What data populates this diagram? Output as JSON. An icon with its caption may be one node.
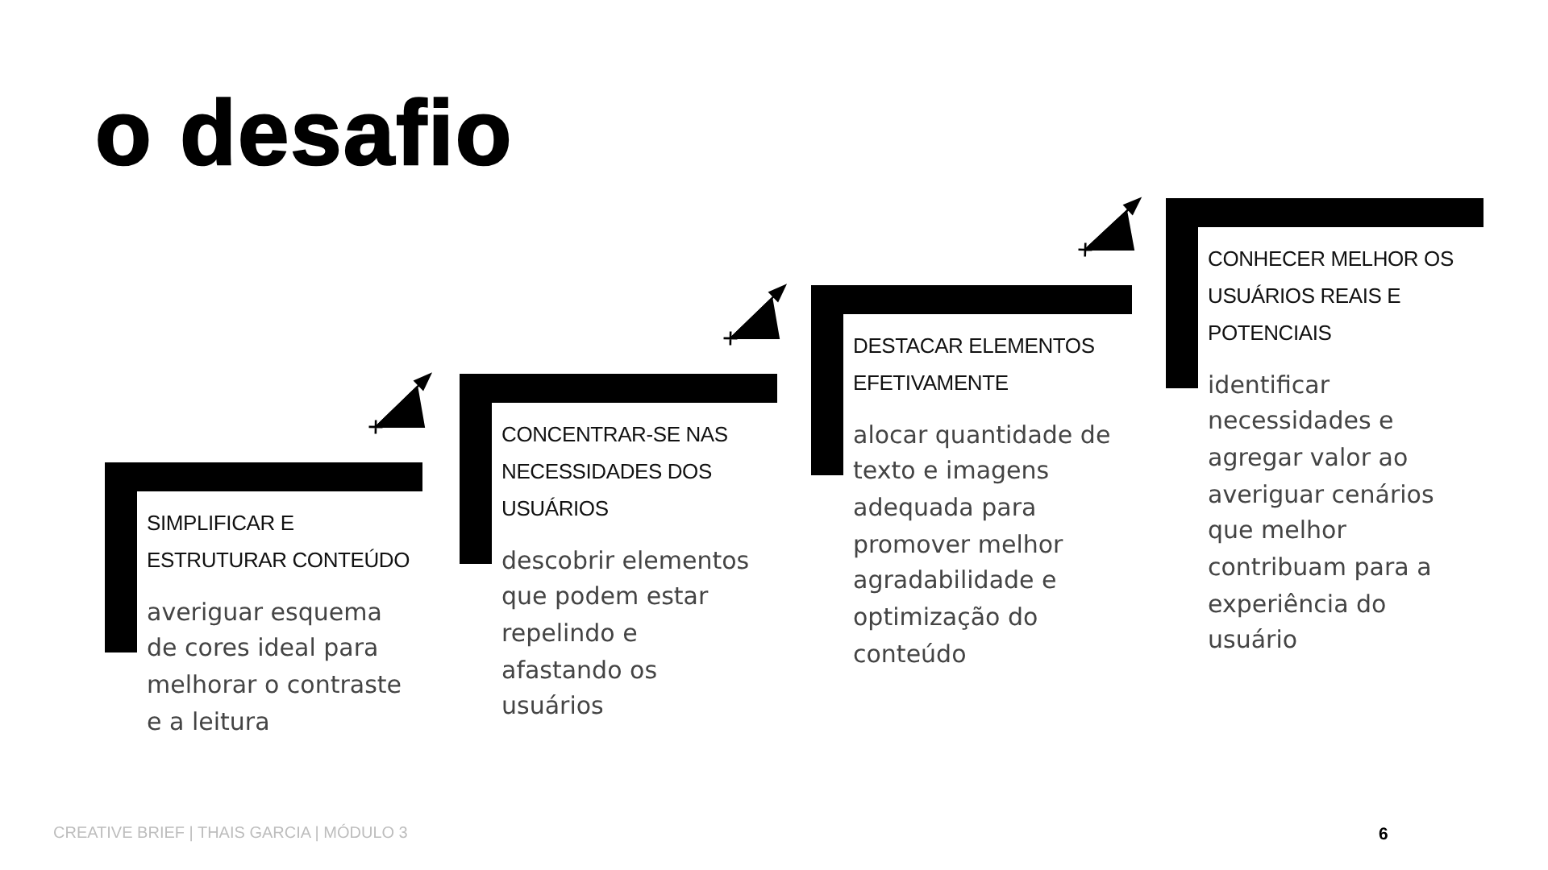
{
  "diagram": {
    "title": "o desafio",
    "nodes": [
      {
        "text": [
          "SIMPLIFICAR E ESTRUTURAR CONTEÚDO",
          "averiguar esquema de cores ideal para melhorar o contraste e a leitura"
        ]
      },
      {
        "text": [
          "CONCENTRAR-SE NAS NECESSIDADES DOS USUÁRIOS",
          "descobrir elementos que podem estar repelindo e afastando os usuários"
        ]
      },
      {
        "text": [
          "DESTACAR ELEMENTOS EFETIVAMENTE",
          "alocar quantidade de texto e imagens adequada para promover melhor agradabilidade e optimização do conteúdo"
        ]
      },
      {
        "text": [
          "CONHECER MELHOR OS USUÁRIOS REAIS E POTENCIAIS",
          "identificar necessidades e agregar valor ao averiguar cenários que melhor contribuam para a experiência do usuário"
        ]
      }
    ],
    "edges": [
      {
        "from": 0,
        "to": 1,
        "arrow": "to"
      },
      {
        "from": 1,
        "to": 2,
        "arrow": "to"
      },
      {
        "from": 2,
        "to": 3,
        "arrow": "to"
      }
    ],
    "labels": [
      "CREATIVE BRIEF | THAIS GARCIA | MÓDULO 3",
      "6"
    ]
  }
}
